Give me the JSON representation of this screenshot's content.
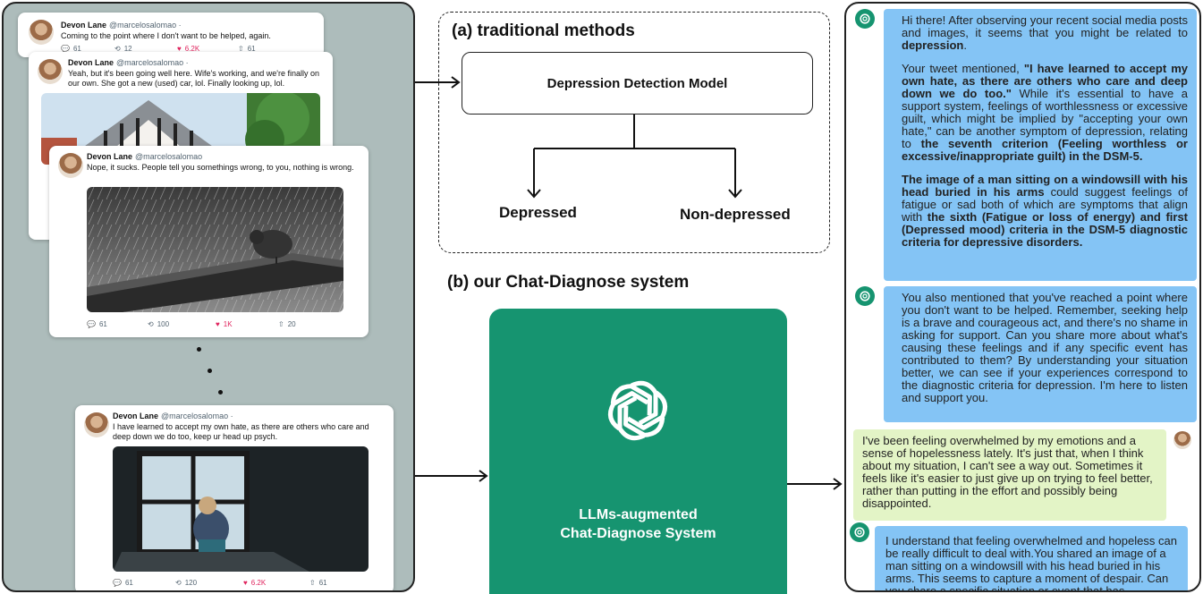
{
  "tweets": [
    {
      "name": "Devon Lane",
      "handle": "@marcelosalomao ·",
      "text": "Coming to the point where I don't want to be helped, again.",
      "replies": "61",
      "retweets": "12",
      "likes": "6.2K",
      "shares": "61"
    },
    {
      "name": "Devon Lane",
      "handle": "@marcelosalomao ·",
      "text": "Yeah, but it's been going well here. Wife's working, and we're finally on our own. She got a new (used) car, lol. Finally looking up, lol."
    },
    {
      "name": "Devon Lane",
      "handle": "@marcelosalomao",
      "text": "Nope, it sucks. People tell you somethings wrong, to you, nothing is wrong.",
      "replies": "61",
      "retweets": "100",
      "likes": "1K",
      "shares": "20"
    },
    {
      "name": "Devon Lane",
      "handle": "@marcelosalomao ·",
      "text": "I have learned to accept my own hate, as there are others who care and deep down we do too, keep ur head up psych.",
      "replies": "61",
      "retweets": "120",
      "likes": "6.2K",
      "shares": "61"
    }
  ],
  "traditional": {
    "title": "(a) traditional methods",
    "model": "Depression Detection Model",
    "outputs": [
      "Depressed",
      "Non-depressed"
    ]
  },
  "ours": {
    "title": "(b) our Chat-Diagnose system",
    "system_line1": "LLMs-augmented",
    "system_line2": "Chat-Diagnose System"
  },
  "chat": {
    "m1_p1_a": "Hi there! After observing your recent social media posts and images, it seems that you might be related to ",
    "m1_p1_b": "depression",
    "m1_p1_c": ".",
    "m1_p2_a": "Your tweet mentioned, ",
    "m1_p2_b": "\"I have learned to accept my own hate, as there are others who care and deep down we do too.\"",
    "m1_p2_c": " While it's essential to have a support system, feelings of worthlessness or excessive guilt, which might be implied by \"accepting your own hate,\" can be another symptom of depression, relating to ",
    "m1_p2_d": "the seventh criterion (Feeling worthless or excessive/inappropriate guilt) in the DSM-5.",
    "m1_p3_a": "The image of a man sitting on a windowsill with his head buried in his arms",
    "m1_p3_b": " could suggest feelings of fatigue or sad both of which are symptoms that align with ",
    "m1_p3_c": "the sixth (Fatigue or loss of energy) and first (Depressed mood) criteria in the DSM-5 diagnostic criteria for depressive disorders.",
    "m2": "You also mentioned that you've reached a point where you don't want to be helped. Remember, seeking help is a brave and courageous act, and there's no shame in asking for support. Can you share more about what's causing these feelings and if any specific event has contributed to them? By understanding your situation better, we can see if your experiences correspond to the diagnostic criteria for depression. I'm here to listen and support you.",
    "user": "I've been feeling overwhelmed by my emotions and a sense of hopelessness lately. It's just that, when I think about my situation, I can't see a way out. Sometimes it feels like it's easier to just give up on trying to feel better, rather than putting in the effort and possibly being disappointed.",
    "m3": "I understand that feeling overwhelmed and hopeless can be really difficult to deal with.You shared an image of a man sitting on a windowsill with his head buried in his arms. This seems to capture a moment of despair. Can you share a specific situation or event that has"
  },
  "colors": {
    "panel_bg": "#adbcbb",
    "system_green": "#169470",
    "bot_bubble": "#84c4f5",
    "user_bubble": "#e3f4c6",
    "like_red": "#e0245e"
  }
}
